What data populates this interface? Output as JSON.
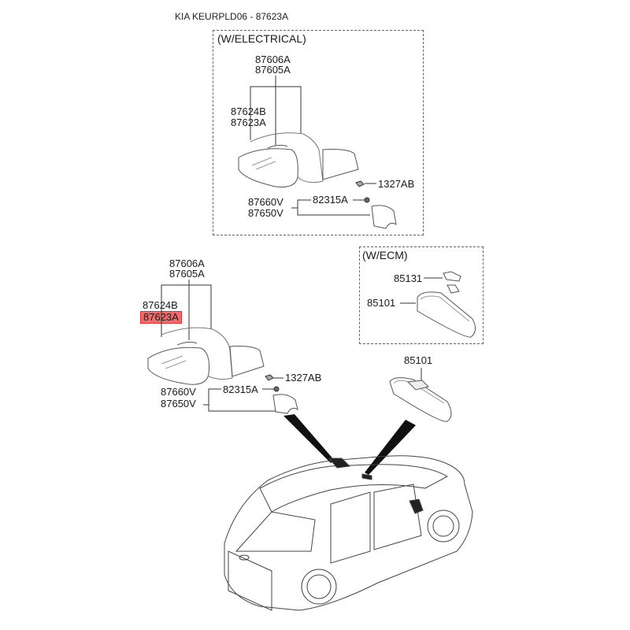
{
  "title": "KIA KEURPLD06 - 87623A",
  "highlight_color": "#f26b6b",
  "electrical_group": {
    "header": "(W/ELECTRICAL)",
    "labels": {
      "assembly_top": "87606A",
      "assembly_bottom": "87605A",
      "glass_top": "87624B",
      "glass_bottom": "87623A",
      "screw": "1327AB",
      "nut": "82315A",
      "cover_top": "87660V",
      "cover_bottom": "87650V"
    }
  },
  "manual_group": {
    "labels": {
      "assembly_top": "87606A",
      "assembly_bottom": "87605A",
      "glass_top": "87624B",
      "glass_bottom": "87623A",
      "screw": "1327AB",
      "nut": "82315A",
      "cover_top": "87660V",
      "cover_bottom": "87650V"
    },
    "selected_part": "87623A"
  },
  "ecm_group": {
    "header": "(W/ECM)",
    "labels": {
      "cover": "85131",
      "mirror": "85101"
    }
  },
  "inside_mirror": {
    "label": "85101"
  }
}
